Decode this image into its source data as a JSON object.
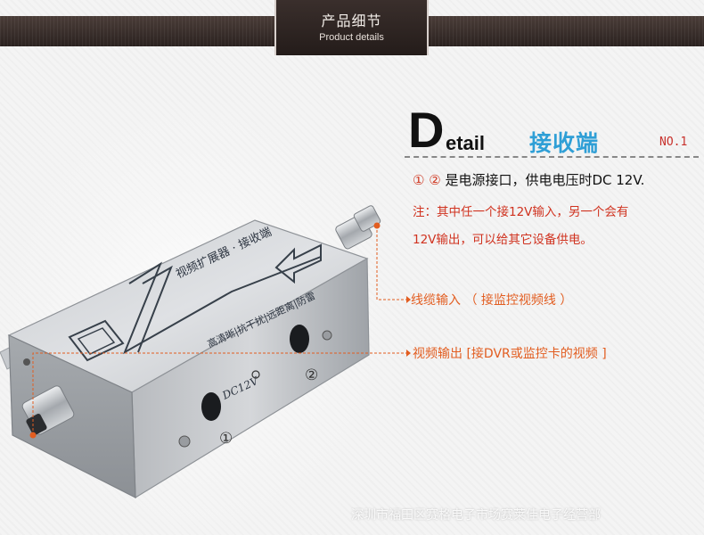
{
  "header": {
    "title_cn": "产品细节",
    "title_en": "Product details"
  },
  "detail": {
    "heading_letter": "D",
    "heading_rest": "etail",
    "subtitle": "接收端",
    "number": "NO.1"
  },
  "notes": {
    "line1_markers": "① ②",
    "line1_text": " 是电源接口，供电电压时DC 12V.",
    "line2": "注：其中任一个接12V输入，另一个会有",
    "line3": "12V输出，可以给其它设备供电。"
  },
  "callouts": {
    "cable_input": "线缆输入 （ 接监控视频线 ）",
    "video_output": "视频输出  [接DVR或监控卡的视频 ]"
  },
  "device_labels": {
    "top_label": "视频扩展器 · 接收端",
    "side_label": "高清晰|抗干扰|远距离|防雷",
    "power_label": "DC12V",
    "port_marker_1": "①",
    "port_marker_2": "②"
  },
  "watermark": "深圳市福田区赛格电子市场赛莱佳电子经营部",
  "colors": {
    "band": "#2b2220",
    "accent_blue": "#2f9fd6",
    "accent_red": "#d0321f",
    "callout_orange": "#e25d20"
  }
}
